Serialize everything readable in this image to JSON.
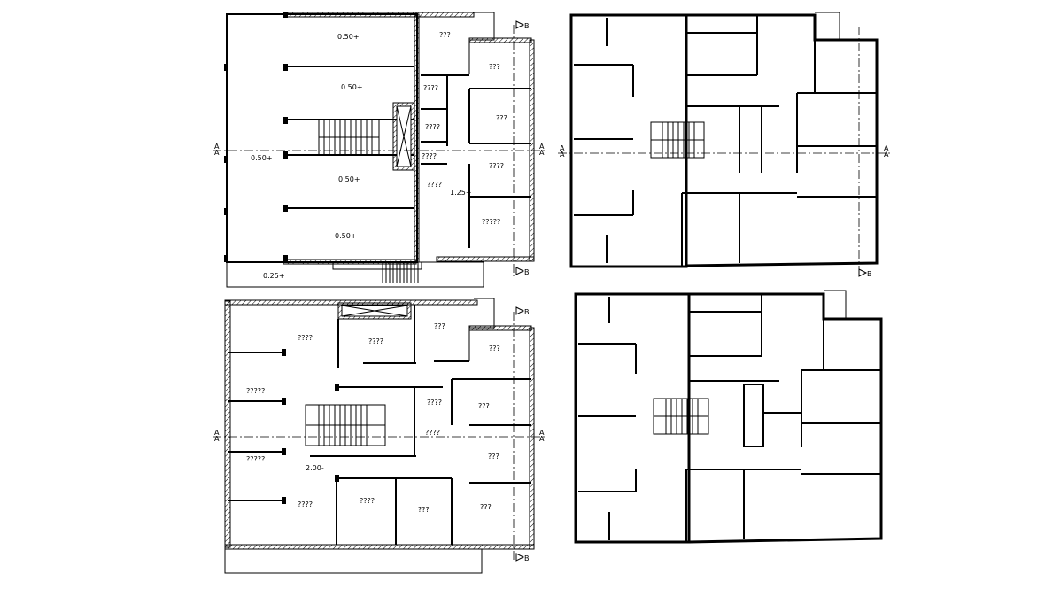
{
  "section_marks": {
    "a": "A",
    "b": "B"
  },
  "plans": [
    {
      "room_labels": [
        "???",
        "???",
        "????",
        "???",
        "????",
        "????",
        "????",
        "?????"
      ],
      "levels": [
        "0.50+",
        "0.50+",
        "0.50+",
        "0.50+",
        "0.50+",
        "1.25+",
        "0.25+"
      ]
    },
    {
      "room_labels": [
        "????",
        "????",
        "???",
        "???",
        "?????",
        "????",
        "???",
        "????",
        "???",
        "?????",
        "????",
        "????",
        "???",
        "???"
      ],
      "levels": [
        "2.00-"
      ]
    }
  ]
}
